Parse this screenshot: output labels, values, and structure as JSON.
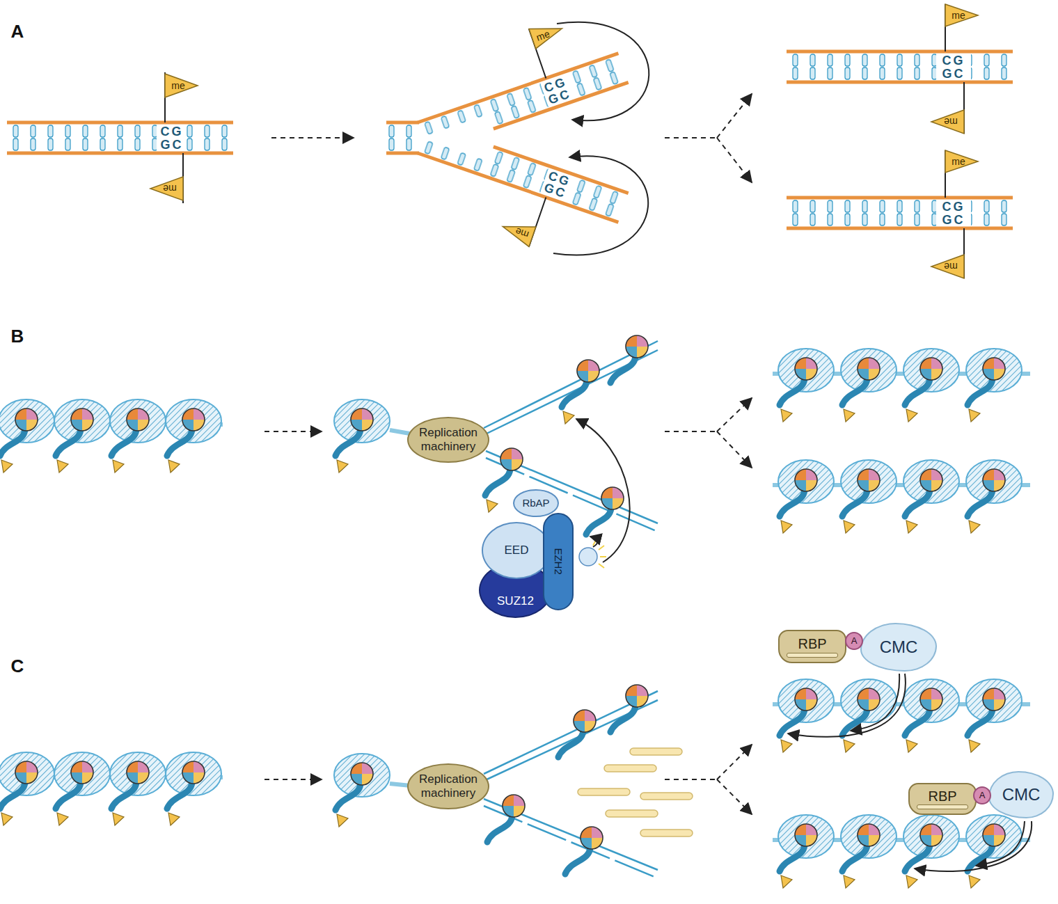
{
  "diagram": {
    "nodes": [
      {
        "text": [
          "Replication machinery"
        ]
      },
      {
        "text": [
          "RbAP"
        ]
      },
      {
        "text": [
          "EED"
        ]
      },
      {
        "text": [
          "EZH2"
        ]
      },
      {
        "text": [
          "SUZ12"
        ]
      },
      {
        "text": [
          "Replication machinery"
        ]
      },
      {
        "text": [
          "RBP"
        ]
      },
      {
        "text": [
          "A"
        ]
      },
      {
        "text": [
          "CMC"
        ]
      },
      {
        "text": [
          "RBP"
        ]
      },
      {
        "text": [
          "A"
        ]
      },
      {
        "text": [
          "CMC"
        ]
      }
    ],
    "labels": [
      "A",
      "me",
      "CG",
      "GC",
      "me",
      "me",
      "CG",
      "GC",
      "CG",
      "GC",
      "me",
      "me",
      "CG",
      "GC",
      "me",
      "me",
      "CG",
      "GC",
      "me",
      "B",
      "C"
    ]
  }
}
